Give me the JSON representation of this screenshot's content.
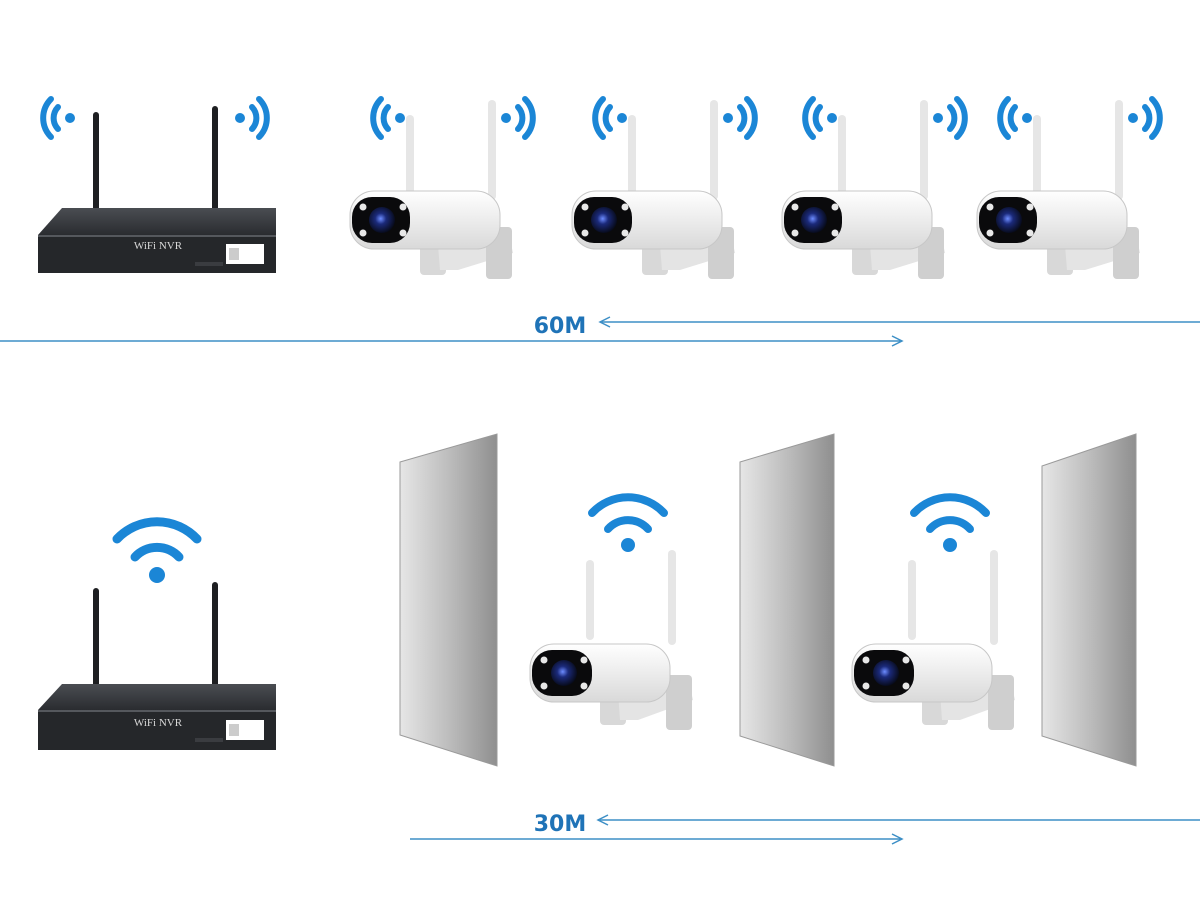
{
  "colors": {
    "wifi": "#1b86d6",
    "arrow": "#3d8fc6",
    "label": "#1f73b7",
    "nvr_body": "#26282b",
    "camera_body": "#f2f2f2",
    "wall": "#b5b5b5"
  },
  "icons": [
    "wifi-signal-icon",
    "nvr-device",
    "camera-device",
    "wall-obstacle"
  ],
  "rows": [
    {
      "name": "open-range",
      "nvr_label": "WiFi NVR",
      "distance_label": "60M",
      "cameras": 4,
      "walls": 0
    },
    {
      "name": "through-walls",
      "nvr_label": "WiFi NVR",
      "distance_label": "30M",
      "cameras": 2,
      "walls": 3
    }
  ]
}
